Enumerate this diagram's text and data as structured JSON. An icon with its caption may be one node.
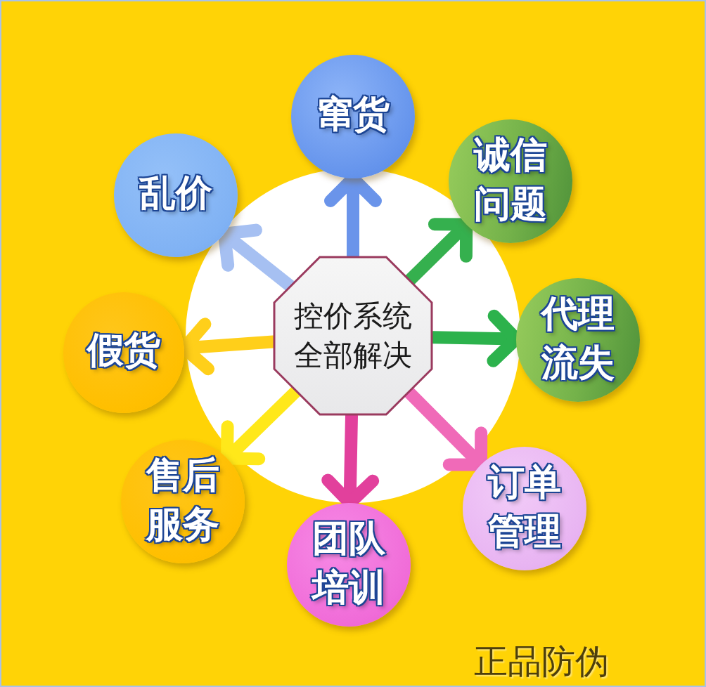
{
  "diagram": {
    "nodes": [
      {
        "text": [
          "控价系统全部解决"
        ]
      },
      {
        "text": [
          "窜货"
        ]
      },
      {
        "text": [
          "诚信问题"
        ]
      },
      {
        "text": [
          "代理流失"
        ]
      },
      {
        "text": [
          "订单管理"
        ]
      },
      {
        "text": [
          "团队培训"
        ]
      },
      {
        "text": [
          "售后服务"
        ]
      },
      {
        "text": [
          "假货"
        ]
      },
      {
        "text": [
          "乱价"
        ]
      }
    ],
    "edges": [
      {
        "from": 0,
        "to": 1,
        "arrow": "to",
        "color": "#6a94ea"
      },
      {
        "from": 0,
        "to": 2,
        "arrow": "to",
        "color": "#35b04e"
      },
      {
        "from": 0,
        "to": 3,
        "arrow": "to",
        "color": "#2cb24c"
      },
      {
        "from": 0,
        "to": 4,
        "arrow": "to",
        "color": "#f06ab8"
      },
      {
        "from": 0,
        "to": 5,
        "arrow": "to",
        "color": "#e2409c"
      },
      {
        "from": 0,
        "to": 6,
        "arrow": "to",
        "color": "#ffe81a"
      },
      {
        "from": 0,
        "to": 7,
        "arrow": "to",
        "color": "#ffcf1a"
      },
      {
        "from": 0,
        "to": 8,
        "arrow": "to",
        "color": "#a6c0f2"
      }
    ],
    "labels": [
      "正品防伪"
    ]
  }
}
